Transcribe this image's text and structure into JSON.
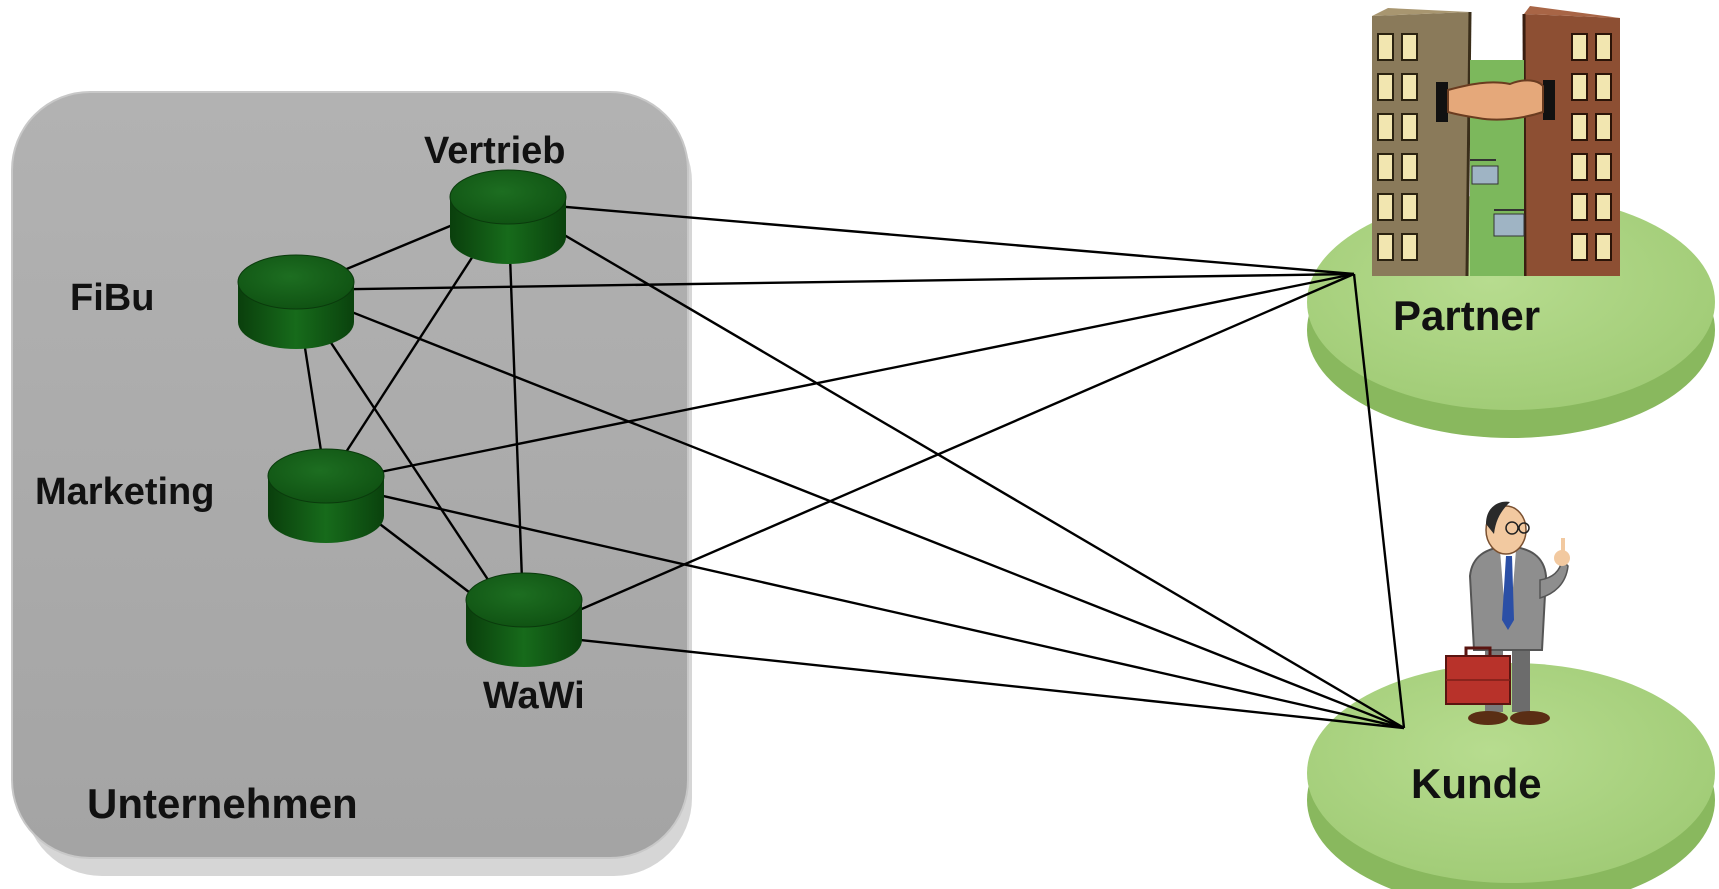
{
  "diagram": {
    "enterprise": {
      "label": "Unternehmen"
    },
    "systems": [
      {
        "id": "vertrieb",
        "label": "Vertrieb"
      },
      {
        "id": "fibu",
        "label": "FiBu"
      },
      {
        "id": "marketing",
        "label": "Marketing"
      },
      {
        "id": "wawi",
        "label": "WaWi"
      }
    ],
    "externals": [
      {
        "id": "partner",
        "label": "Partner",
        "illustration": "handshake-between-buildings"
      },
      {
        "id": "kunde",
        "label": "Kunde",
        "illustration": "businessman-with-briefcase"
      }
    ],
    "connections": [
      [
        "fibu",
        "vertrieb"
      ],
      [
        "fibu",
        "marketing"
      ],
      [
        "fibu",
        "wawi"
      ],
      [
        "vertrieb",
        "marketing"
      ],
      [
        "vertrieb",
        "wawi"
      ],
      [
        "marketing",
        "wawi"
      ],
      [
        "vertrieb",
        "partner"
      ],
      [
        "fibu",
        "partner"
      ],
      [
        "marketing",
        "partner"
      ],
      [
        "wawi",
        "partner"
      ],
      [
        "vertrieb",
        "kunde"
      ],
      [
        "fibu",
        "kunde"
      ],
      [
        "marketing",
        "kunde"
      ],
      [
        "wawi",
        "kunde"
      ],
      [
        "partner",
        "kunde"
      ]
    ]
  },
  "colors": {
    "enterprise_box": "#a9a9a9",
    "database": "#0f5a12",
    "disc": "#a3cf78",
    "line": "#000000"
  }
}
